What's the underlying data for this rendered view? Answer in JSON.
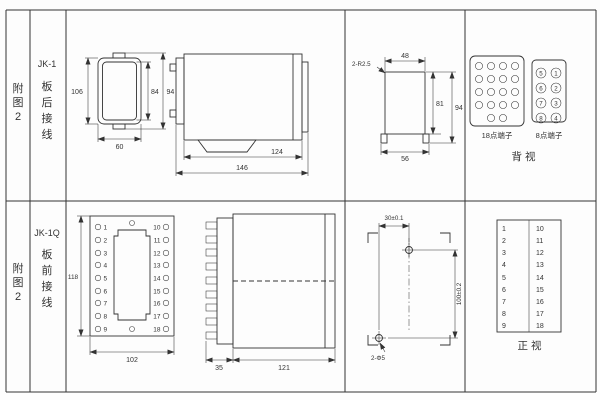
{
  "colors": {
    "ink": "#333333",
    "paper": "#fdfdfd"
  },
  "top_row": {
    "fig_label": "附图2",
    "model": "JK-1",
    "wiring": "板后接线",
    "case_front_dims": {
      "height": "106",
      "inner_height": "84",
      "tab_height": "94",
      "width": "60"
    },
    "case_side_dims": {
      "body_length": "124",
      "total_length": "146"
    },
    "cutout_dims": {
      "corner_radius": "2-R2.5",
      "top_width": "48",
      "inner_height": "81",
      "total_height": "94",
      "bottom_width": "56"
    },
    "terminal_block_18": {
      "label": "18点端子"
    },
    "terminal_block_8": {
      "label": "8点端子",
      "numbers": [
        [
          "5",
          "1"
        ],
        [
          "6",
          "2"
        ],
        [
          "7",
          "3"
        ],
        [
          "8",
          "4"
        ]
      ]
    },
    "view_label": "背视"
  },
  "bottom_row": {
    "fig_label": "附图2",
    "model": "JK-1Q",
    "wiring": "板前接线",
    "front_view": {
      "height": "118",
      "width": "102",
      "left_terminals": [
        "1",
        "2",
        "3",
        "4",
        "5",
        "6",
        "7",
        "8",
        "9"
      ],
      "right_terminals": [
        "10",
        "11",
        "12",
        "13",
        "14",
        "15",
        "16",
        "17",
        "18"
      ]
    },
    "side_view_dims": {
      "terminal_depth": "35",
      "body_depth": "121"
    },
    "drill_dims": {
      "horizontal": "30±0.1",
      "vertical": "100±0.2",
      "holes": "2-Φ5"
    },
    "terminal_table": {
      "left": [
        "1",
        "2",
        "3",
        "4",
        "5",
        "6",
        "7",
        "8",
        "9"
      ],
      "right": [
        "10",
        "11",
        "12",
        "13",
        "14",
        "15",
        "16",
        "17",
        "18"
      ]
    },
    "view_label": "正视"
  }
}
